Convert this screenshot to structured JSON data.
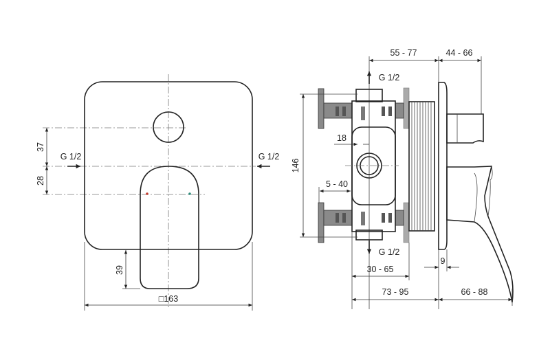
{
  "front_view": {
    "dim_37": "37",
    "dim_28": "28",
    "dim_39": "39",
    "dim_163": "□163",
    "inlet_left": "G 1/2",
    "inlet_right": "G 1/2",
    "hot_color": "#c0392b",
    "cold_color": "#2e8b7a"
  },
  "side_view": {
    "dim_55_77": "55 - 77",
    "dim_44_66": "44 - 66",
    "outlet_top": "G 1/2",
    "outlet_bottom": "G 1/2",
    "dim_146": "146",
    "dim_18": "18",
    "dim_5_40": "5 - 40",
    "dim_9": "9",
    "dim_30_65": "30 - 65",
    "dim_73_95": "73 - 95",
    "dim_66_88": "66 - 88"
  }
}
